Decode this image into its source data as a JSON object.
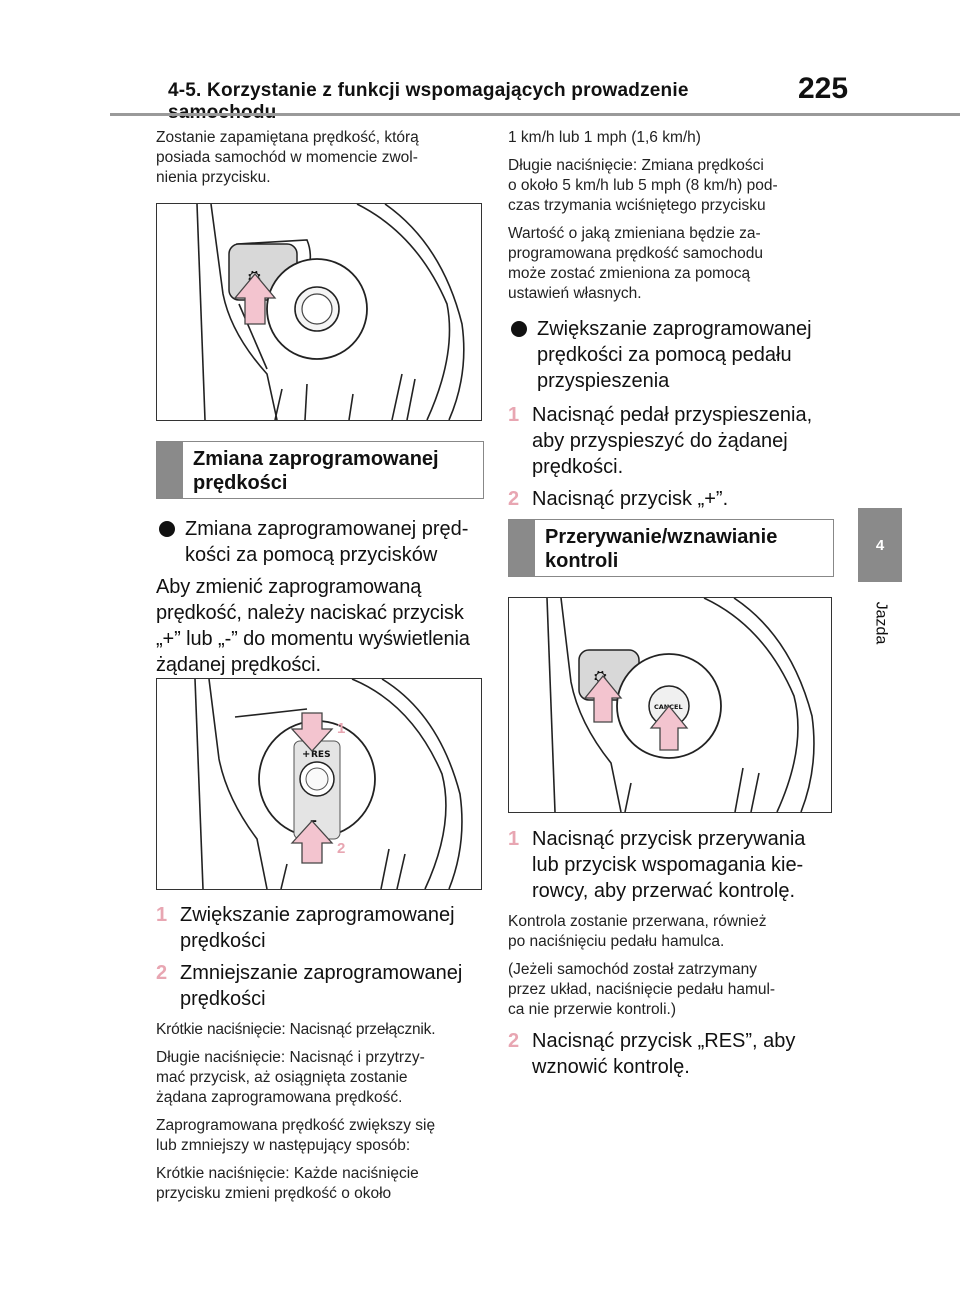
{
  "header": {
    "section_title": "4-5. Korzystanie z funkcji wspomagających prowadzenie samochodu",
    "page_number": "225"
  },
  "side_tab": {
    "number": "4",
    "label": "Jazda"
  },
  "left": {
    "intro": [
      "Zostanie zapamiętana prędkość, którą",
      "posiada samochód w momencie zwol-",
      "nienia przycisku."
    ],
    "section1_title": [
      "Zmiana zaprogramowanej",
      "prędkości"
    ],
    "bullet1": [
      "Zmiana zaprogramowanej pręd-",
      "kości za pomocą przycisków"
    ],
    "para1": [
      "Aby zmienić zaprogramowaną",
      "prędkość, należy naciskać przycisk",
      "„+” lub „-” do momentu wyświetlenia",
      "żądanej prędkości."
    ],
    "figure2": {
      "label_res": "RES",
      "callout1": "1",
      "callout2": "2"
    },
    "step1": {
      "num": "1",
      "lines": [
        "Zwiększanie zaprogramowanej",
        "prędkości"
      ]
    },
    "step2": {
      "num": "2",
      "lines": [
        "Zmniejszanie zaprogramowanej",
        "prędkości"
      ]
    },
    "note1": "Krótkie naciśnięcie: Nacisnąć przełącznik.",
    "note2": [
      "Długie naciśnięcie: Nacisnąć i przytrzy-",
      "mać przycisk, aż osiągnięta zostanie",
      "żądana zaprogramowana prędkość."
    ],
    "note3": [
      "Zaprogramowana prędkość zwiększy się",
      "lub zmniejszy w następujący sposób:"
    ],
    "note4": [
      "Krótkie naciśnięcie: Każde naciśnięcie",
      "przycisku zmieni prędkość o około"
    ]
  },
  "right": {
    "note1": "1 km/h lub 1 mph (1,6 km/h)",
    "note2": [
      "Długie naciśnięcie: Zmiana prędkości",
      "o około 5 km/h lub 5 mph (8 km/h) pod-",
      "czas trzymania wciśniętego przycisku"
    ],
    "note3": [
      "Wartość o jaką zmieniana będzie za-",
      "programowana prędkość samochodu",
      "może zostać zmieniona za pomocą",
      "ustawień własnych."
    ],
    "bullet2": [
      "Zwiększanie zaprogramowanej",
      "prędkości za pomocą pedału",
      "przyspieszenia"
    ],
    "step1": {
      "num": "1",
      "lines": [
        "Nacisnąć pedał przyspieszenia,",
        "aby przyspieszyć do żądanej",
        "prędkości."
      ]
    },
    "step2": {
      "num": "2",
      "lines": [
        "Nacisnąć przycisk „+”."
      ]
    },
    "section2_title": [
      "Przerywanie/wznawianie",
      "kontroli"
    ],
    "figure3": {
      "label_cancel": "CANCEL"
    },
    "step3": {
      "num": "1",
      "lines": [
        "Nacisnąć przycisk przerywania",
        "lub przycisk wspomagania kie-",
        "rowcy, aby przerwać kontrolę."
      ]
    },
    "note4": [
      "Kontrola zostanie przerwana, również",
      "po naciśnięciu pedału hamulca."
    ],
    "note5": [
      "(Jeżeli samochód został zatrzymany",
      "przez układ, naciśnięcie pedału hamul-",
      "ca nie przerwie kontroli.)"
    ],
    "step4": {
      "num": "2",
      "lines": [
        "Nacisnąć przycisk „RES”, aby",
        "wznowić kontrolę."
      ]
    }
  },
  "colors": {
    "accent_pink": "#e8a6b2",
    "arrow_fill": "#f3c4cf",
    "tab_gray": "#8a8a8a"
  }
}
